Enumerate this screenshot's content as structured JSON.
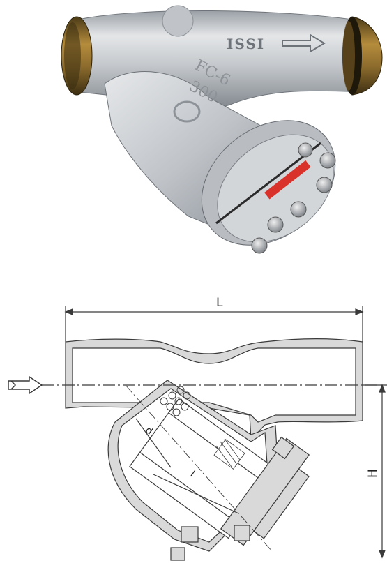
{
  "photo": {
    "body_markings": [
      "FC-6",
      "300"
    ],
    "brand_mark": "ISSI"
  },
  "drawing": {
    "dimension_labels": {
      "length": "L",
      "height": "H",
      "diameter": "d",
      "screen_length": "l"
    },
    "flow_arrow_icon": "flow-direction-arrow-icon"
  },
  "colors": {
    "body_metal": "#c9ccd0",
    "body_shadow": "#8f959c",
    "brass_end": "#8a6a2c",
    "indicator_red": "#d8322a",
    "drawing_fill": "#d9d9d9",
    "line": "#3a3a3a"
  }
}
